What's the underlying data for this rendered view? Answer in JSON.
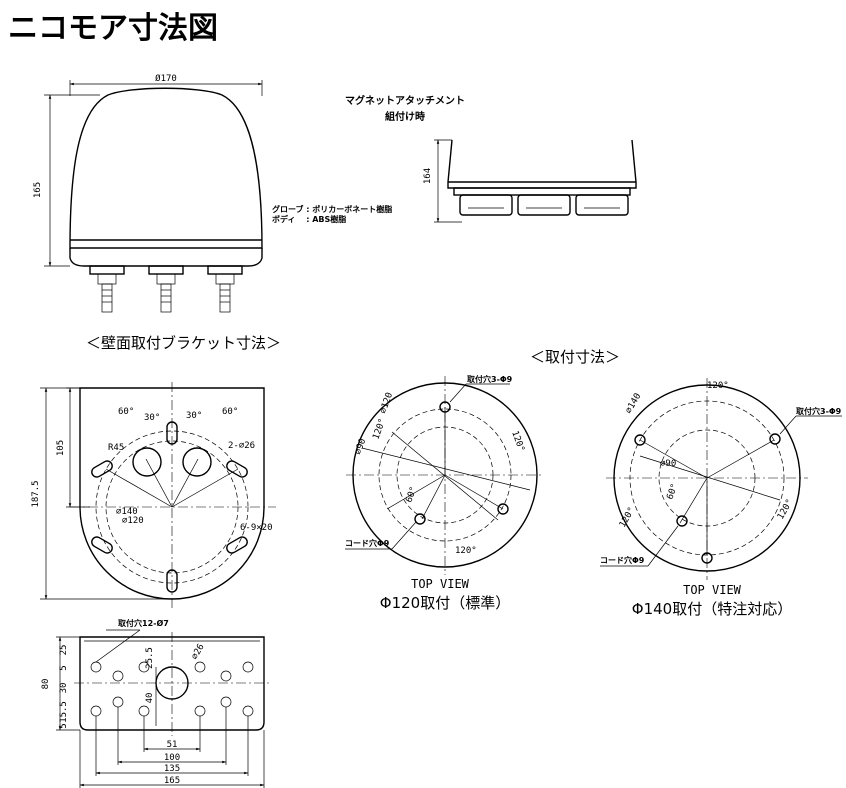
{
  "title": "ニコモア寸法図",
  "overall": {
    "width": "Ø170",
    "height": "165"
  },
  "materials": {
    "line1": "グローブ : ポリカーボネート樹脂",
    "line2": "ボディ　 : ABS樹脂"
  },
  "magnet": {
    "line1": "マグネットアタッチメント",
    "line2": "組付け時",
    "height": "164"
  },
  "bracket_section": "＜壁面取付ブラケット寸法＞",
  "bracket_top": {
    "ang1": "60°",
    "ang2": "30°",
    "ang3": "30°",
    "ang4": "60°",
    "r45": "R45",
    "holes26": "2-⌀26",
    "slots": "6-9×20",
    "d140": "⌀140",
    "d120": "⌀120",
    "h105": "105",
    "h187": "187.5"
  },
  "bracket_bottom": {
    "holes": "取付穴12-Ø7",
    "d26": "⌀26",
    "v255": "25.5",
    "v40": "40",
    "h80": "80",
    "h25": "25",
    "h5a": "5",
    "h30": "30",
    "h155": "15.5",
    "h5b": "5",
    "w51": "51",
    "w100": "100",
    "w135": "135",
    "w165": "165"
  },
  "mount_section": "＜取付寸法＞",
  "mount_std": {
    "hole_label": "取付穴3-Φ9",
    "d120": "⌀120",
    "d90": "⌀90",
    "a120a": "120°",
    "a120b": "120°",
    "a120c": "120°",
    "a60": "60°",
    "cord": "コード穴Φ9",
    "view": "TOP VIEW",
    "caption": "Φ120取付（標準）"
  },
  "mount_special": {
    "hole_label": "取付穴3-Φ9",
    "d140": "⌀140",
    "d90": "⌀90",
    "a120a": "120°",
    "a120b": "120°",
    "a120c": "120°",
    "a60": "60°",
    "cord": "コード穴Φ9",
    "view": "TOP VIEW",
    "caption": "Φ140取付（特注対応）"
  }
}
